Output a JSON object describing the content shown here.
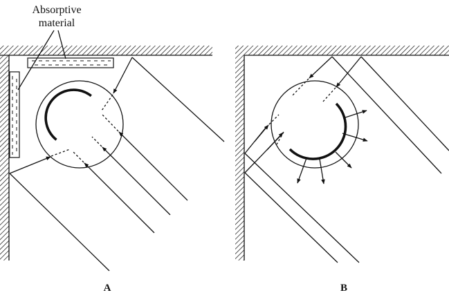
{
  "callout": {
    "line1": "Absorptive",
    "line2": "material"
  },
  "panels": {
    "a_label": "A",
    "b_label": "B"
  }
}
